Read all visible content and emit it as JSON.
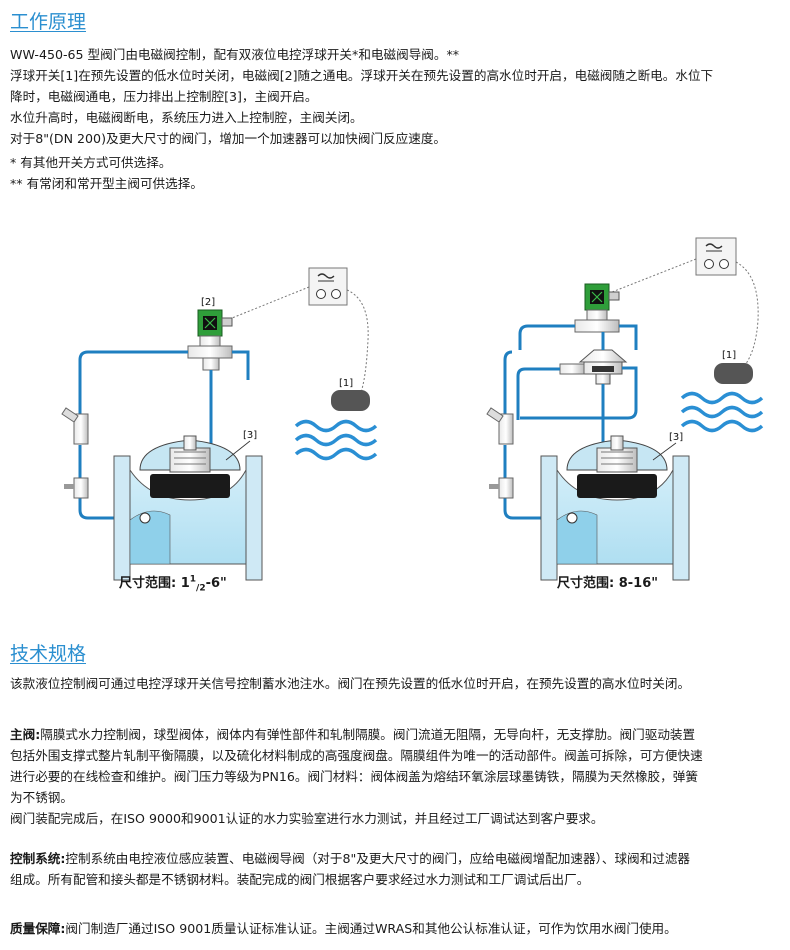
{
  "section1": {
    "title": "工作原理",
    "lines": [
      "WW-450-65 型阀门由电磁阀控制，配有双液位电控浮球开关*和电磁阀导阀。**",
      "浮球开关[1]在预先设置的低水位时关闭，电磁阀[2]随之通电。浮球开关在预先设置的高水位时开启，电磁阀随之断电。水位下",
      "降时，电磁阀通电，压力排出上控制腔[3]，主阀开启。",
      "水位升高时，电磁阀断电，系统压力进入上控制腔，主阀关闭。",
      "对于8\"(DN 200)及更大尺寸的阀门，增加一个加速器可以加快阀门反应速度。",
      "* 有其他开关方式可供选择。",
      "** 有常闭和常开型主阀可供选择。"
    ]
  },
  "diagram_left": {
    "label_float": "[1]",
    "label_solenoid": "[2]",
    "label_chamber": "[3]",
    "caption_prefix": "尺寸范围: 1",
    "caption_sup": "1",
    "caption_sub": "/2",
    "caption_suffix": "-6\""
  },
  "diagram_right": {
    "label_float": "[1]",
    "label_chamber": "[3]",
    "caption": "尺寸范围: 8-16\""
  },
  "section2": {
    "title": "技术规格",
    "intro": "该款液位控制阀可通过电控浮球开关信号控制蓄水池注水。阀门在预先设置的低水位时开启，在预先设置的高水位时关闭。",
    "main_label": "主阀:",
    "main_lines": [
      "隔膜式水力控制阀，球型阀体，阀体内有弹性部件和轧制隔膜。阀门流道无阻隔，无导向杆，无支撑肋。阀门驱动装置",
      "包括外围支撑式整片轧制平衡隔膜，以及硫化材料制成的高强度阀盘。隔膜组件为唯一的活动部件。阀盖可拆除，可方便快速",
      "进行必要的在线检查和维护。阀门压力等级为PN16。阀门材料：阀体阀盖为熔结环氧涂层球墨铸铁，隔膜为天然橡胶，弹簧",
      "为不锈钢。"
    ],
    "test_line": "阀门装配完成后，在ISO 9000和9001认证的水力实验室进行水力测试，并且经过工厂调试达到客户要求。",
    "control_label": "控制系统:",
    "control_lines": [
      "控制系统由电控液位感应装置、电磁阀导阀（对于8\"及更大尺寸的阀门，应给电磁阀增配加速器）、球阀和过滤器",
      "组成。所有配管和接头都是不锈钢材料。装配完成的阀门根据客户要求经过水力测试和工厂调试后出厂。"
    ],
    "quality_label": "质量保障:",
    "quality_line": "阀门制造厂通过ISO 9001质量认证标准认证。主阀通过WRAS和其他公认标准认证，可作为饮用水阀门使用。"
  },
  "colors": {
    "accent": "#2b8fd0",
    "pipe": "#1f7fc0",
    "valve_body": "#bfe6f5",
    "solenoid": "#2f9e3a",
    "diaphragm": "#111111"
  }
}
